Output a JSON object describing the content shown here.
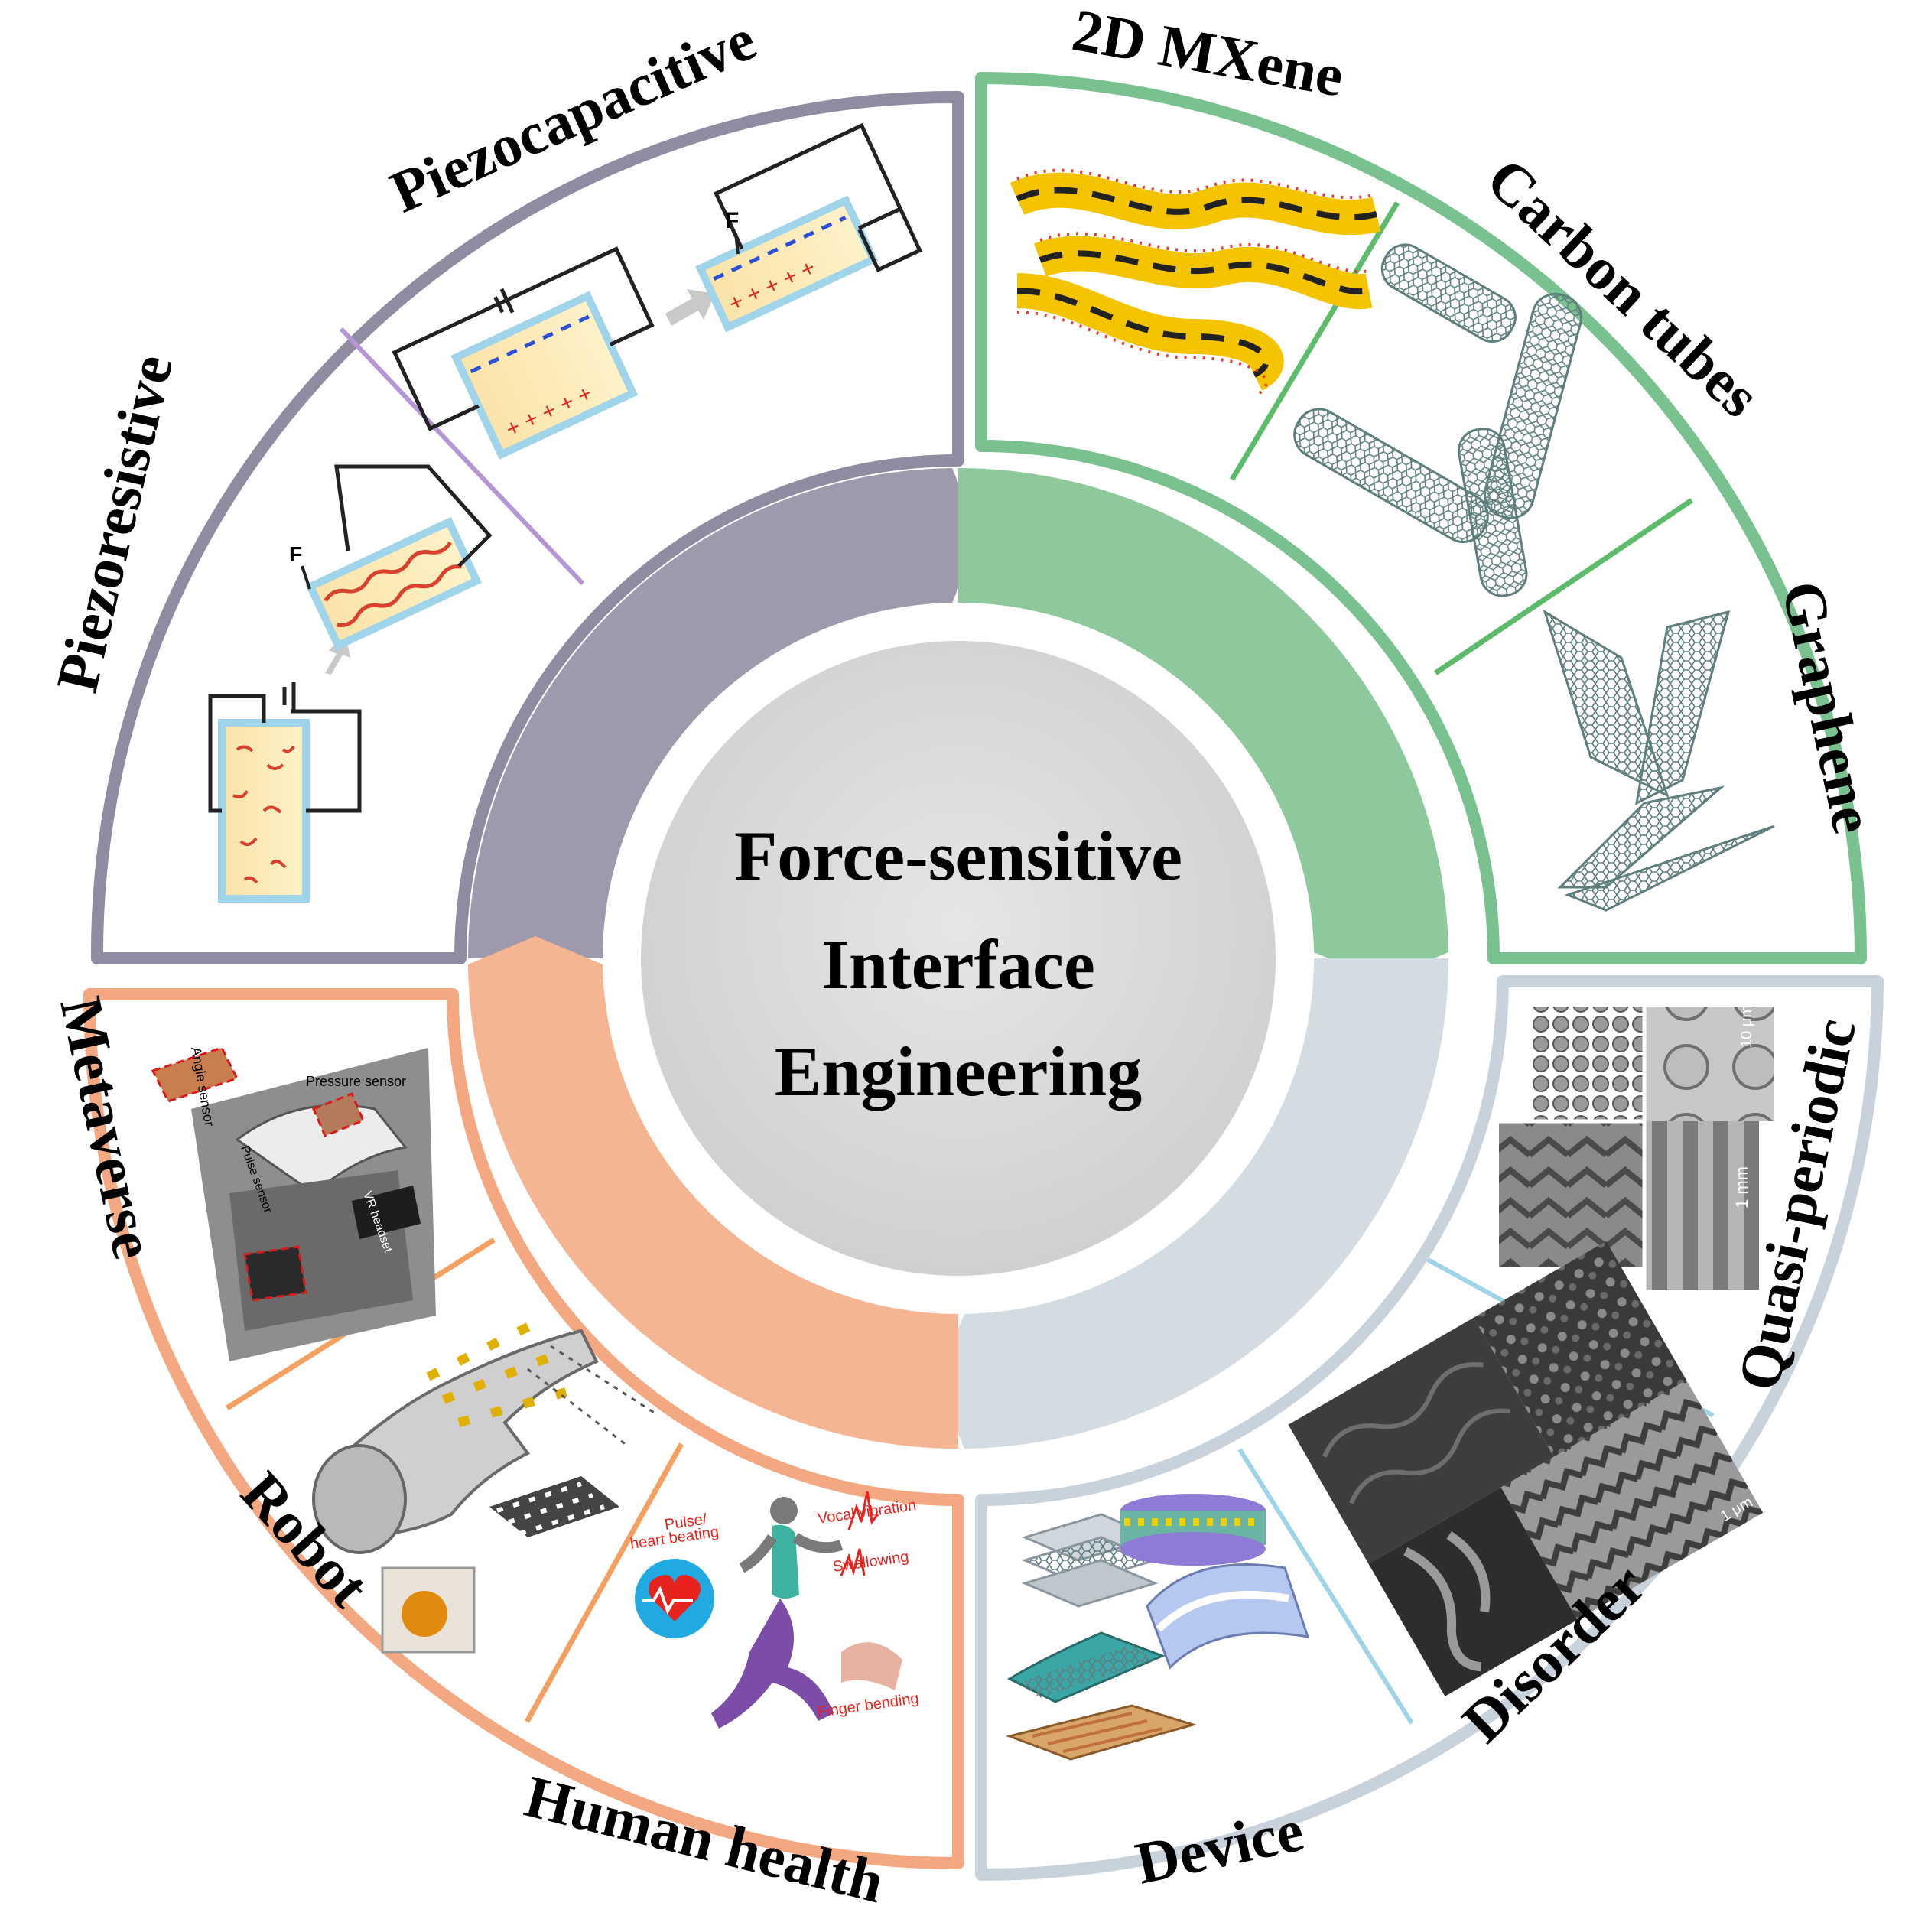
{
  "center": {
    "line1": "Force-sensitive",
    "line2": "Interface",
    "line3": "Engineering"
  },
  "quadrants": {
    "sensing": {
      "color": "#8f8ba0",
      "labels": {
        "piezoresistive": "Piezoresistive",
        "piezocapacitive": "Piezocapacitive"
      },
      "fig_text": {
        "force": "F"
      }
    },
    "materials": {
      "color": "#79c18f",
      "labels": {
        "mxene": "2D MXene",
        "carbon_tubes": "Carbon tubes",
        "graphene": "Graphene"
      }
    },
    "structures": {
      "color": "#c8d2dc",
      "labels": {
        "quasi_periodic": "Quasi-periodic",
        "disorder": "Disorder",
        "device": "Device"
      },
      "fig_text": {
        "scale_10um": "10 μm",
        "scale_1mm": "1 mm",
        "scale_1um": "1 μm"
      }
    },
    "applications": {
      "color": "#f4a882",
      "labels": {
        "metaverse": "Metaverse",
        "robot": "Robot",
        "human_health": "Human health"
      },
      "fig_text": {
        "angle_sensor": "Angle sensor",
        "pressure_sensor": "Pressure sensor",
        "pulse_sensor": "Pulse sensor",
        "vr_headset": "VR headset",
        "pulse": "Pulse/",
        "heart_beating": "heart beating",
        "vocal_vibration": "Vocal vibration",
        "swallowing": "Swallowing",
        "finger_bending": "Finger bending"
      }
    }
  }
}
